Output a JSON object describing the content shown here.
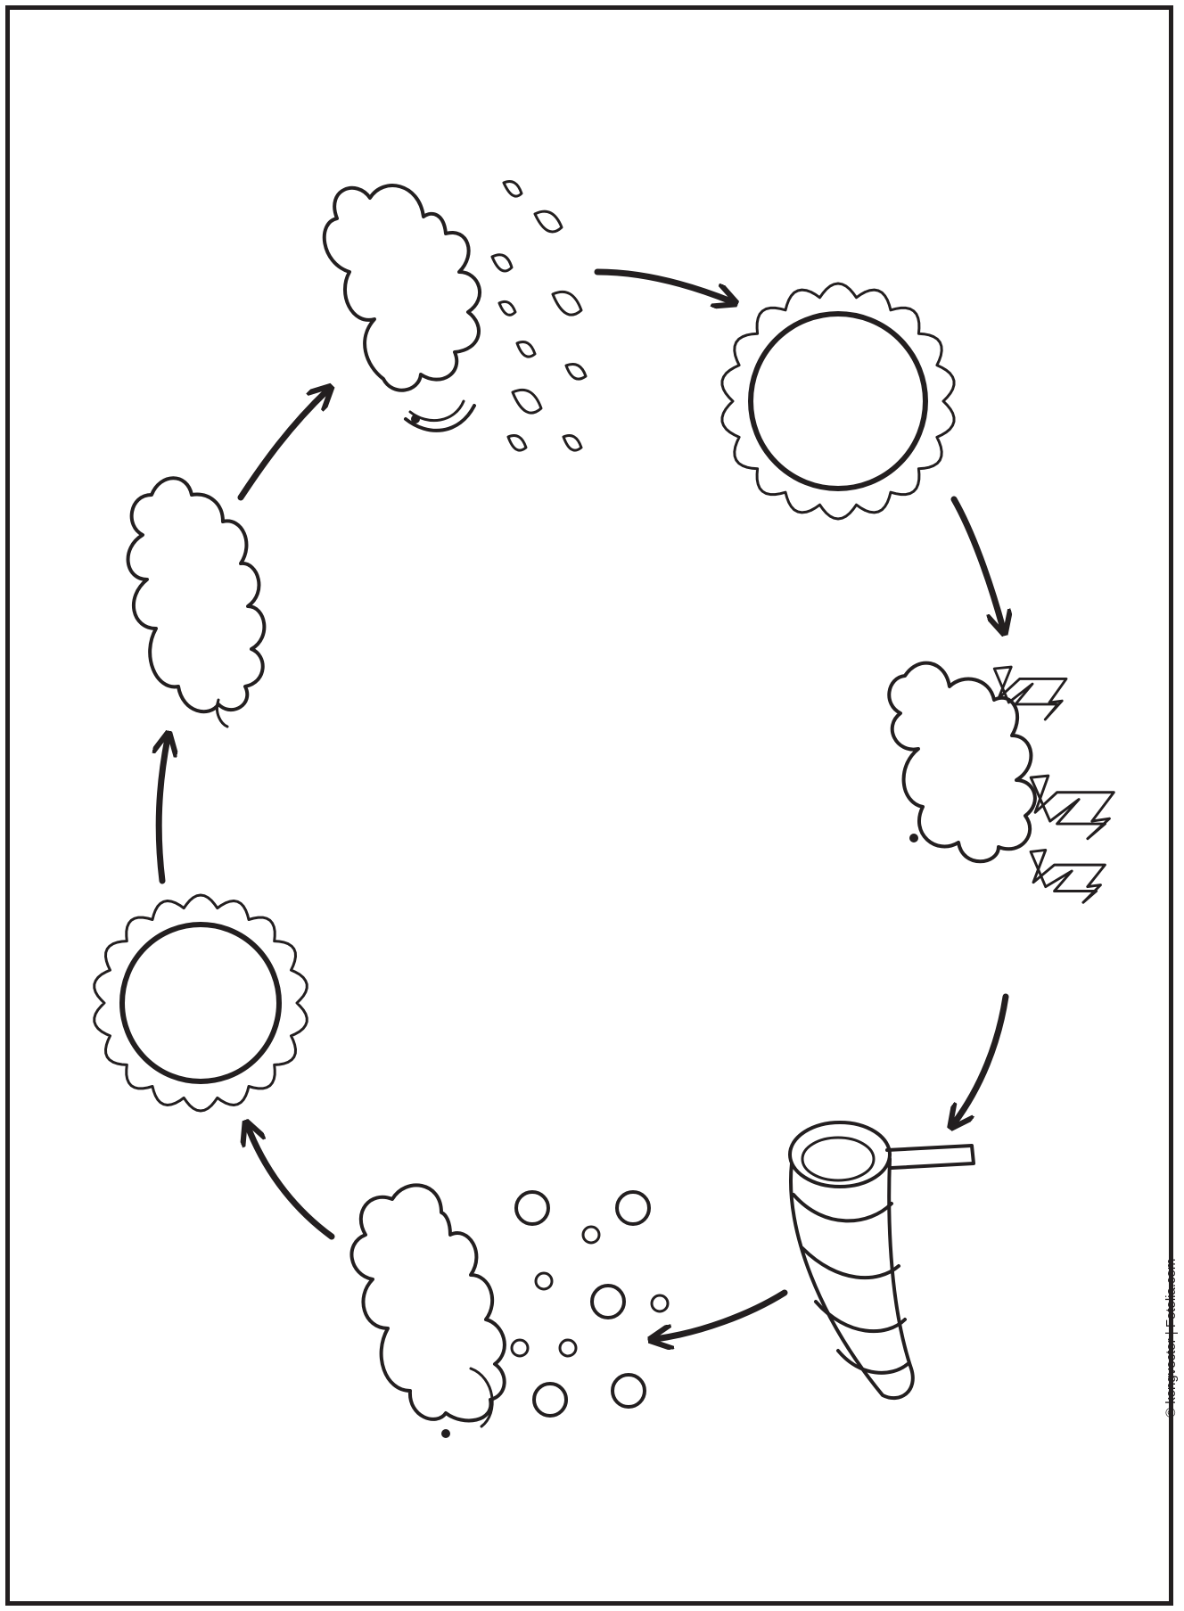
{
  "credit": "© kongvector | Fotolia.com",
  "colors": {
    "ink": "#231f20",
    "paper": "#ffffff"
  },
  "stages": [
    {
      "name": "rain-cloud",
      "icon": "rain-cloud-icon"
    },
    {
      "name": "sun",
      "icon": "sun-icon"
    },
    {
      "name": "storm-cloud",
      "icon": "lightning-cloud-icon"
    },
    {
      "name": "windsock",
      "icon": "windsock-icon"
    },
    {
      "name": "hail-cloud",
      "icon": "hail-cloud-icon"
    },
    {
      "name": "sun",
      "icon": "sun-icon"
    },
    {
      "name": "cloud",
      "icon": "cloud-icon"
    }
  ]
}
